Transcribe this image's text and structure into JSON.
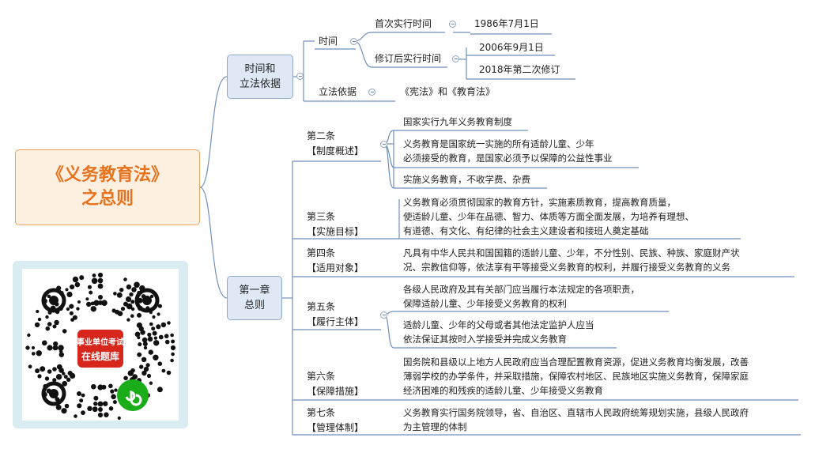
{
  "root": {
    "line1": "《义务教育法》",
    "line2": "之总则"
  },
  "branch1": {
    "label_line1": "时间和",
    "label_line2": "立法依据"
  },
  "time": {
    "label": "时间",
    "first": {
      "label": "首次实行时间",
      "value": "1986年7月1日"
    },
    "revised": {
      "label": "修订后实行时间",
      "values": [
        "2006年9月1日",
        "2018年第二次修订"
      ]
    }
  },
  "basis": {
    "label": "立法依据",
    "value": "《宪法》和《教育法》"
  },
  "branch2": {
    "label_line1": "第一章",
    "label_line2": "总则"
  },
  "articles": [
    {
      "num": "第二条",
      "tag": "【制度概述】",
      "items": [
        [
          "国家实行九年义务教育制度"
        ],
        [
          "义务教育是国家统一实施的所有适龄儿童、少年",
          "必须接受的教育，是国家必须予以保障的公益性事业"
        ],
        [
          "实施义务教育，不收学费、杂费"
        ]
      ]
    },
    {
      "num": "第三条",
      "tag": "【实施目标】",
      "items": [
        [
          "义务教育必须贯彻国家的教育方针，实施素质教育，提高教育质量，",
          "使适龄儿童、少年在品德、智力、体质等方面全面发展，为培养有理想、",
          "有道德、有文化、有纪律的社会主义建设者和接班人奠定基础"
        ]
      ]
    },
    {
      "num": "第四条",
      "tag": "【适用对象】",
      "items": [
        [
          "凡具有中华人民共和国国籍的适龄儿童、少年，不分性别、民族、种族、家庭财产状",
          "况、宗教信仰等，依法享有平等接受义务教育的权利，并履行接受义务教育的义务"
        ]
      ]
    },
    {
      "num": "第五条",
      "tag": "【履行主体】",
      "items": [
        [
          "各级人民政府及其有关部门应当履行本法规定的各项职责，",
          "保障适龄儿童、少年接受义务教育的权利"
        ],
        [
          "适龄儿童、少年的父母或者其他法定监护人应当",
          "依法保证其按时入学接受并完成义务教育"
        ]
      ]
    },
    {
      "num": "第六条",
      "tag": "【保障措施】",
      "items": [
        [
          "国务院和县级以上地方人民政府应当合理配置教育资源，促进义务教育均衡发展，改善",
          "薄弱学校的办学条件，并采取措施，保障农村地区、民族地区实施义务教育，保障家庭",
          "经济困难的和残疾的适龄儿童、少年接受义务教育"
        ]
      ]
    },
    {
      "num": "第七条",
      "tag": "【管理体制】",
      "items": [
        [
          "义务教育实行国务院领导，省、自治区、直辖市人民政府统筹规划实施，县级人民政府",
          "为主管理的体制"
        ]
      ]
    }
  ],
  "qr": {
    "line1": "事业单位考试",
    "line2": "在线题库"
  },
  "colors": {
    "root_text": "#e8731e",
    "root_bg": "#fdf0e1",
    "root_border": "#e9a566",
    "branch_bg": "#dfe9f5",
    "branch_border": "#8fa8c8",
    "line": "#6f8fbc",
    "qr_red": "#d7261c",
    "qr_green": "#1aad19"
  }
}
